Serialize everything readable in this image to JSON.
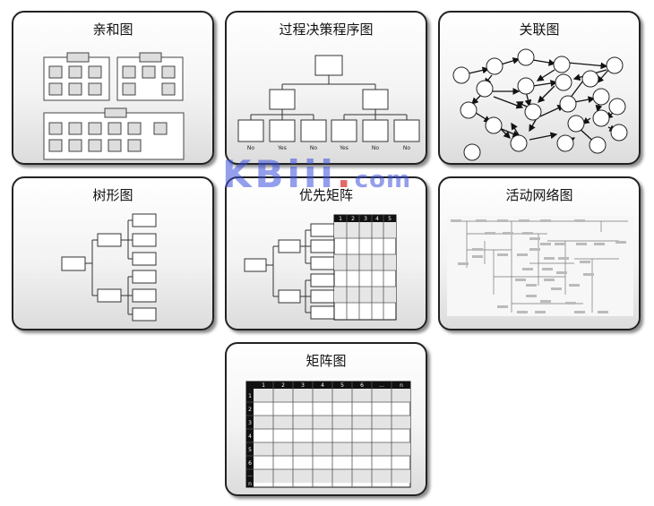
{
  "cards": [
    {
      "title": "亲和图"
    },
    {
      "title": "过程决策程序图"
    },
    {
      "title": "关联图"
    },
    {
      "title": "树形图"
    },
    {
      "title": "优先矩阵"
    },
    {
      "title": "活动网络图"
    },
    {
      "title": "矩阵图"
    }
  ],
  "pdpc_labels": [
    "No",
    "Yes",
    "No",
    "Yes",
    "No",
    "No"
  ],
  "priority_headers": [
    "1",
    "2",
    "3",
    "4",
    "5"
  ],
  "matrix_col_headers": [
    "1",
    "2",
    "3",
    "4",
    "5",
    "6",
    "...",
    "n"
  ],
  "matrix_row_headers": [
    "1",
    "2",
    "3",
    "4",
    "5",
    "6",
    "...",
    "n"
  ],
  "watermark": {
    "main": "KBiii",
    "dot": ".",
    "suffix": "com"
  }
}
